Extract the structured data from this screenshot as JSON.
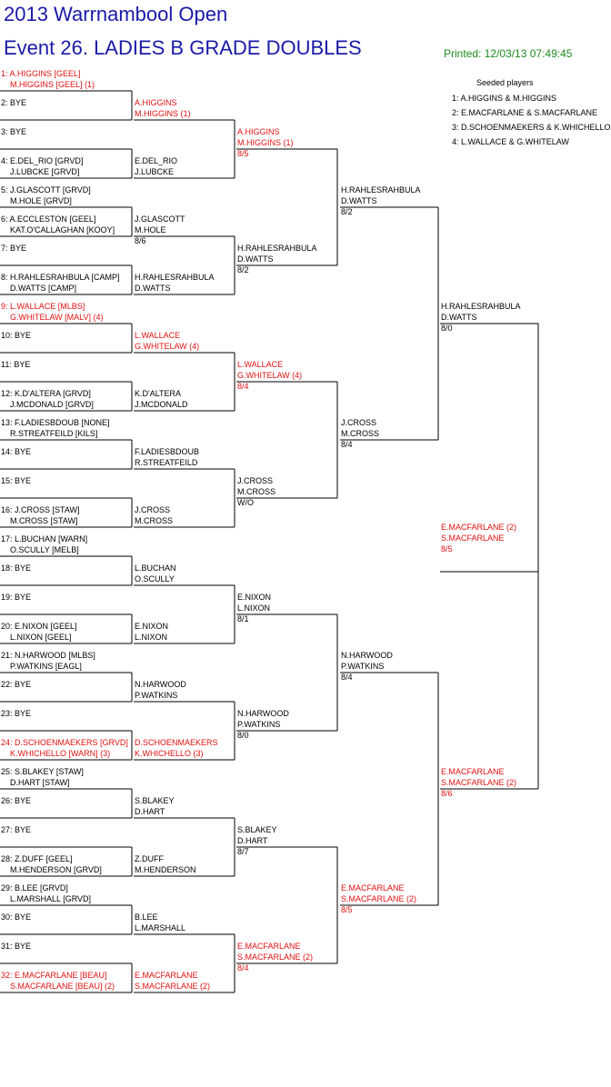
{
  "header": {
    "title": "2013 Warrnambool Open",
    "event": "Event 26. LADIES B GRADE DOUBLES",
    "printed": "Printed: 12/03/13 07:49:45"
  },
  "seeded": {
    "title": "Seeded players",
    "items": [
      "1: A.HIGGINS & M.HIGGINS",
      "2: E.MACFARLANE & S.MACFARLANE",
      "3: D.SCHOENMAEKERS & K.WHICHELLO",
      "4: L.WALLACE & G.WHITELAW"
    ]
  },
  "round1": [
    {
      "l1": "1: A.HIGGINS [GEEL]",
      "l2": "M.HIGGINS [GEEL] (1)",
      "seed": true
    },
    {
      "l1": "2: BYE",
      "l2": ""
    },
    {
      "l1": "3: BYE",
      "l2": ""
    },
    {
      "l1": "4: E.DEL_RIO [GRVD]",
      "l2": "J.LUBCKE [GRVD]"
    },
    {
      "l1": "5: J.GLASCOTT [GRVD]",
      "l2": "M.HOLE [GRVD]"
    },
    {
      "l1": "6: A.ECCLESTON [GEEL]",
      "l2": "KAT.O'CALLAGHAN [KOOY]"
    },
    {
      "l1": "7: BYE",
      "l2": ""
    },
    {
      "l1": "8: H.RAHLESRAHBULA [CAMP]",
      "l2": "D.WATTS [CAMP]"
    },
    {
      "l1": "9: L.WALLACE [MLBS]",
      "l2": "G.WHITELAW [MALV] (4)",
      "seed": true
    },
    {
      "l1": "10: BYE",
      "l2": ""
    },
    {
      "l1": "11: BYE",
      "l2": ""
    },
    {
      "l1": "12: K.D'ALTERA [GRVD]",
      "l2": "J.MCDONALD [GRVD]"
    },
    {
      "l1": "13: F.LADIESBDOUB [NONE]",
      "l2": "R.STREATFEILD [KILS]"
    },
    {
      "l1": "14: BYE",
      "l2": ""
    },
    {
      "l1": "15: BYE",
      "l2": ""
    },
    {
      "l1": "16: J.CROSS [STAW]",
      "l2": "M.CROSS [STAW]"
    },
    {
      "l1": "17: L.BUCHAN [WARN]",
      "l2": "O.SCULLY [MELB]"
    },
    {
      "l1": "18: BYE",
      "l2": ""
    },
    {
      "l1": "19: BYE",
      "l2": ""
    },
    {
      "l1": "20: E.NIXON [GEEL]",
      "l2": "L.NIXON [GEEL]"
    },
    {
      "l1": "21: N.HARWOOD [MLBS]",
      "l2": "P.WATKINS [EAGL]"
    },
    {
      "l1": "22: BYE",
      "l2": ""
    },
    {
      "l1": "23: BYE",
      "l2": ""
    },
    {
      "l1": "24: D.SCHOENMAEKERS [GRVD]",
      "l2": "K.WHICHELLO [WARN] (3)",
      "seed": true
    },
    {
      "l1": "25: S.BLAKEY [STAW]",
      "l2": "D.HART [STAW]"
    },
    {
      "l1": "26: BYE",
      "l2": ""
    },
    {
      "l1": "27: BYE",
      "l2": ""
    },
    {
      "l1": "28: Z.DUFF [GEEL]",
      "l2": "M.HENDERSON [GRVD]"
    },
    {
      "l1": "29: B.LEE [GRVD]",
      "l2": "L.MARSHALL [GRVD]"
    },
    {
      "l1": "30: BYE",
      "l2": ""
    },
    {
      "l1": "31: BYE",
      "l2": ""
    },
    {
      "l1": "32: E.MACFARLANE [BEAU]",
      "l2": "S.MACFARLANE [BEAU] (2)",
      "seed": true
    }
  ],
  "round2": [
    {
      "l1": "A.HIGGINS",
      "l2": "M.HIGGINS (1)",
      "score": "",
      "seed": true
    },
    {
      "l1": "E.DEL_RIO",
      "l2": "J.LUBCKE",
      "score": ""
    },
    {
      "l1": "J.GLASCOTT",
      "l2": "M.HOLE",
      "score": "8/6"
    },
    {
      "l1": "H.RAHLESRAHBULA",
      "l2": "D.WATTS",
      "score": ""
    },
    {
      "l1": "L.WALLACE",
      "l2": "G.WHITELAW (4)",
      "score": "",
      "seed": true
    },
    {
      "l1": "K.D'ALTERA",
      "l2": "J.MCDONALD",
      "score": ""
    },
    {
      "l1": "F.LADIESBDOUB",
      "l2": "R.STREATFEILD",
      "score": ""
    },
    {
      "l1": "J.CROSS",
      "l2": "M.CROSS",
      "score": ""
    },
    {
      "l1": "L.BUCHAN",
      "l2": "O.SCULLY",
      "score": ""
    },
    {
      "l1": "E.NIXON",
      "l2": "L.NIXON",
      "score": ""
    },
    {
      "l1": "N.HARWOOD",
      "l2": "P.WATKINS",
      "score": ""
    },
    {
      "l1": "D.SCHOENMAEKERS",
      "l2": "K.WHICHELLO (3)",
      "score": "",
      "seed": true
    },
    {
      "l1": "S.BLAKEY",
      "l2": "D.HART",
      "score": ""
    },
    {
      "l1": "Z.DUFF",
      "l2": "M.HENDERSON",
      "score": ""
    },
    {
      "l1": "B.LEE",
      "l2": "L.MARSHALL",
      "score": ""
    },
    {
      "l1": "E.MACFARLANE",
      "l2": "S.MACFARLANE (2)",
      "score": "",
      "seed": true
    }
  ],
  "round3": [
    {
      "l1": "A.HIGGINS",
      "l2": "M.HIGGINS (1)",
      "score": "8/5",
      "seed": true
    },
    {
      "l1": "H.RAHLESRAHBULA",
      "l2": "D.WATTS",
      "score": "8/2"
    },
    {
      "l1": "L.WALLACE",
      "l2": "G.WHITELAW (4)",
      "score": "8/4",
      "seed": true
    },
    {
      "l1": "J.CROSS",
      "l2": "M.CROSS",
      "score": "W/O"
    },
    {
      "l1": "E.NIXON",
      "l2": "L.NIXON",
      "score": "8/1"
    },
    {
      "l1": "N.HARWOOD",
      "l2": "P.WATKINS",
      "score": "8/0"
    },
    {
      "l1": "S.BLAKEY",
      "l2": "D.HART",
      "score": "8/7"
    },
    {
      "l1": "E.MACFARLANE",
      "l2": "S.MACFARLANE (2)",
      "score": "8/4",
      "seed": true
    }
  ],
  "round4": [
    {
      "l1": "H.RAHLESRAHBULA",
      "l2": "D.WATTS",
      "score": "8/2"
    },
    {
      "l1": "J.CROSS",
      "l2": "M.CROSS",
      "score": "8/4"
    },
    {
      "l1": "N.HARWOOD",
      "l2": "P.WATKINS",
      "score": "8/4"
    },
    {
      "l1": "E.MACFARLANE",
      "l2": "S.MACFARLANE (2)",
      "score": "8/5",
      "seed": true
    }
  ],
  "round5": [
    {
      "l1": "H.RAHLESRAHBULA",
      "l2": "D.WATTS",
      "score": "8/0"
    },
    {
      "l1": "E.MACFARLANE",
      "l2": "S.MACFARLANE (2)",
      "score": "8/6",
      "seed": true
    }
  ],
  "final": [
    {
      "l1": "E.MACFARLANE (2)",
      "l2": "S.MACFARLANE",
      "score": "8/5",
      "seed": true
    }
  ],
  "colors": {
    "title": "#1a1aa8",
    "printed": "#1c8a1c",
    "seed": "#e01010"
  }
}
